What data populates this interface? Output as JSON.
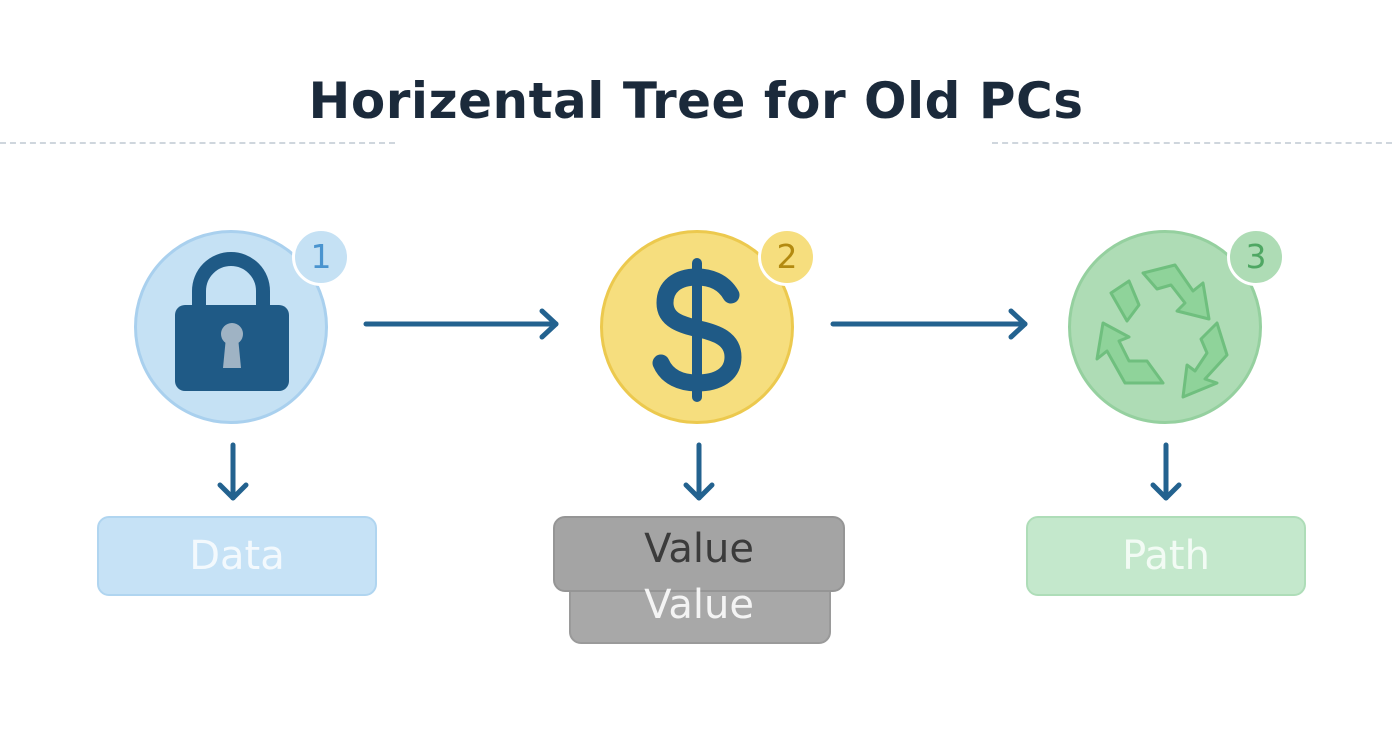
{
  "title": "Horizental Tree for Old PCs",
  "nodes": [
    {
      "badge": "1",
      "icon": "lock-icon",
      "label": "Data",
      "color": "#c5e1f4"
    },
    {
      "badge": "2",
      "icon": "dollar-icon",
      "label_line1": "Value",
      "label_line2": "Value",
      "color": "#f6de7e"
    },
    {
      "badge": "3",
      "icon": "recycle-icon",
      "label": "Path",
      "color": "#aedcb5"
    }
  ],
  "arrow_color": "#23628f",
  "icon_color": "#1f5a86"
}
